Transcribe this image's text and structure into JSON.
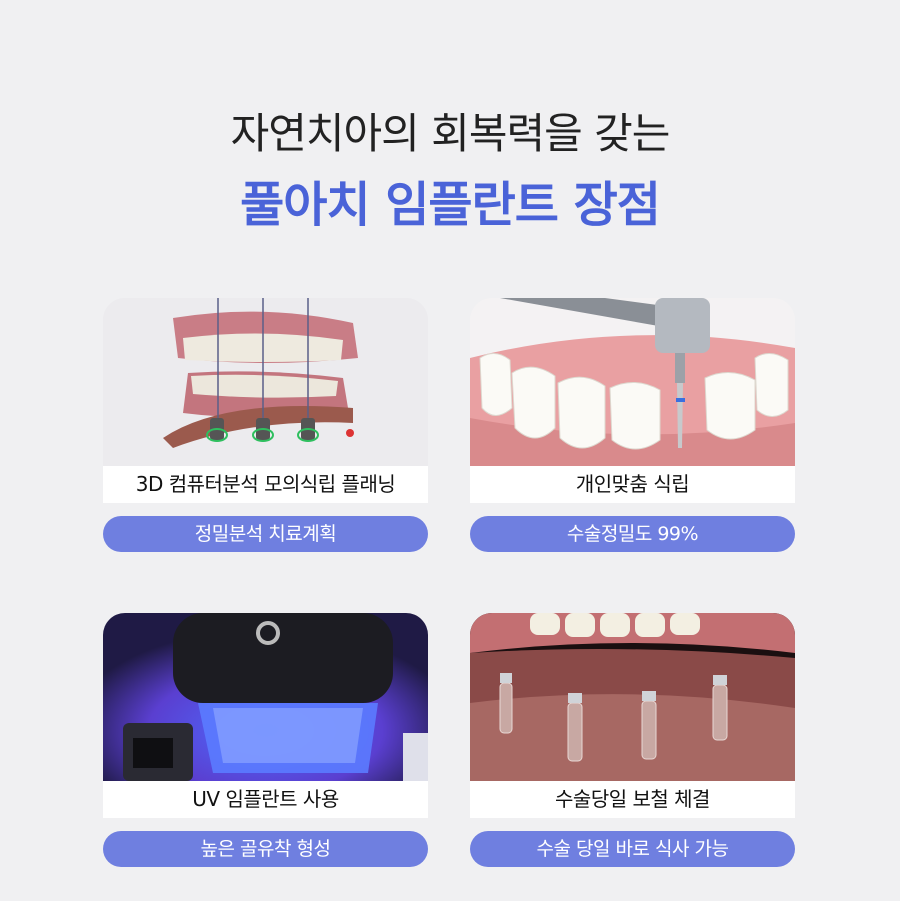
{
  "title": {
    "line1": "자연치아의 회복력을 갖는",
    "line2": "풀아치 임플란트 장점"
  },
  "cards": [
    {
      "image": "3d-dental-scan-image",
      "caption": "3D 컴퓨터분석 모의식립 플래닝",
      "badge": "정밀분석 치료계획"
    },
    {
      "image": "drill-implant-image",
      "caption": "개인맞춤 식립",
      "badge": "수술정밀도 99%"
    },
    {
      "image": "uv-device-image",
      "caption": "UV 임플란트 사용",
      "badge": "높은 골유착 형성"
    },
    {
      "image": "full-arch-implant-image",
      "caption": "수술당일 보철 체결",
      "badge": "수술 당일 바로 식사 가능"
    }
  ],
  "colors": {
    "accent": "#4a63d8",
    "badge": "#6f7fe0",
    "background": "#f0f0f2"
  }
}
